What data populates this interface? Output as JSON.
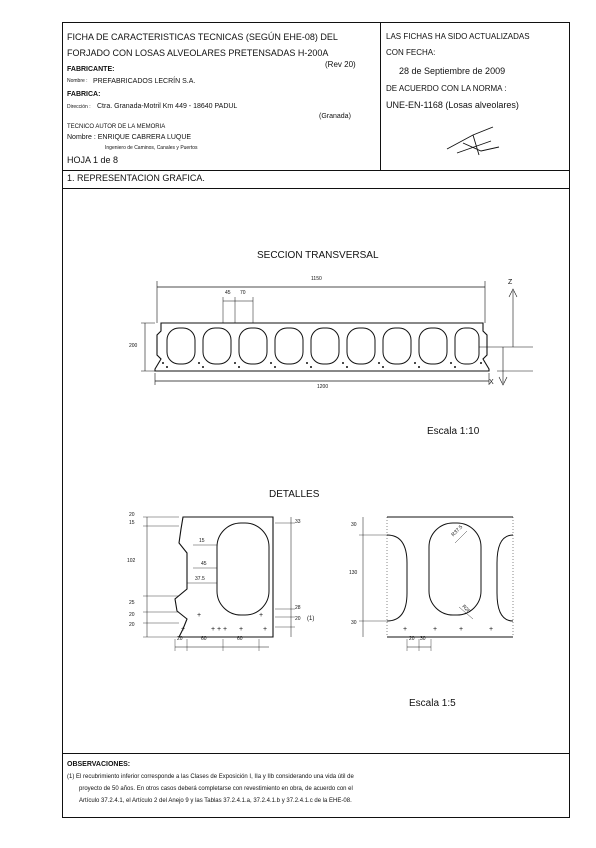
{
  "header": {
    "title_line1": "FICHA DE CARACTERISTICAS TECNICAS (SEGÚN EHE-08) DEL",
    "title_line2": "FORJADO CON LOSAS ALVEOLARES PRETENSADAS H-200A",
    "rev": "(Rev 20)",
    "fabricante_label": "FABRICANTE:",
    "nombre_label": "Nombre :",
    "nombre_value": "PREFABRICADOS LECRÍN S.A.",
    "fabrica_label": "FABRICA:",
    "direccion_label": "Dirección :",
    "direccion_value": "Ctra. Granada-Motril  Km 449   -   18640 PADUL",
    "direccion_city": "(Granada)",
    "tecnico_label": "TECNICO AUTOR DE LA MEMORIA",
    "tecnico_nombre": "Nombre : ENRIQUE CABRERA LUQUE",
    "tecnico_titulo": "Ingeniero de Caminos, Canales y Puertos",
    "hoja": "HOJA  1  de  8"
  },
  "update": {
    "line1": "LAS FICHAS HA SIDO ACTUALIZADAS",
    "line2": "CON FECHA:",
    "date": "28 de Septiembre de 2009",
    "line3": "DE ACUERDO CON LA NORMA :",
    "norma": "UNE-EN-1168  (Losas alveolares)"
  },
  "section1_title": "1. REPRESENTACION GRAFICA.",
  "cross_section": {
    "title": "SECCION TRANSVERSAL",
    "dim_top": "1150",
    "dim_15": "45",
    "dim_70": "70",
    "dim_height": "200",
    "dim_bottom": "1200",
    "axis_z": "Z",
    "axis_x": "X",
    "scale": "Escala 1:10"
  },
  "details": {
    "title": "DETALLES",
    "left_dims": [
      "20",
      "15",
      "102",
      "25",
      "20",
      "20"
    ],
    "inner_dims": [
      "15",
      "45",
      "37.5"
    ],
    "right_dims": [
      "33",
      "28",
      "20"
    ],
    "note_ref": "(1)",
    "bottom_dims": [
      "20",
      "60",
      "60"
    ],
    "right_left_dims": [
      "30",
      "130",
      "30"
    ],
    "right_bottom_dims": [
      "20",
      "30"
    ],
    "radius_1": "R37.5",
    "radius_2": "R26",
    "scale": "Escala 1:5"
  },
  "observaciones": {
    "title": "OBSERVACIONES:",
    "line1": "(1) El recubrimiento inferior corresponde a las Clases de Exposición I, IIa y IIb considerando una vida útil de",
    "line2": "proyecto de 50 años. En otros casos deberá completarse con revestimiento en obra, de acuerdo con el",
    "line3": "Artículo 37.2.4.1, el Artículo 2 del Anejo 9 y las Tablas 37.2.4.1.a, 37.2.4.1.b y 37.2.4.1.c de la EHE-08."
  }
}
